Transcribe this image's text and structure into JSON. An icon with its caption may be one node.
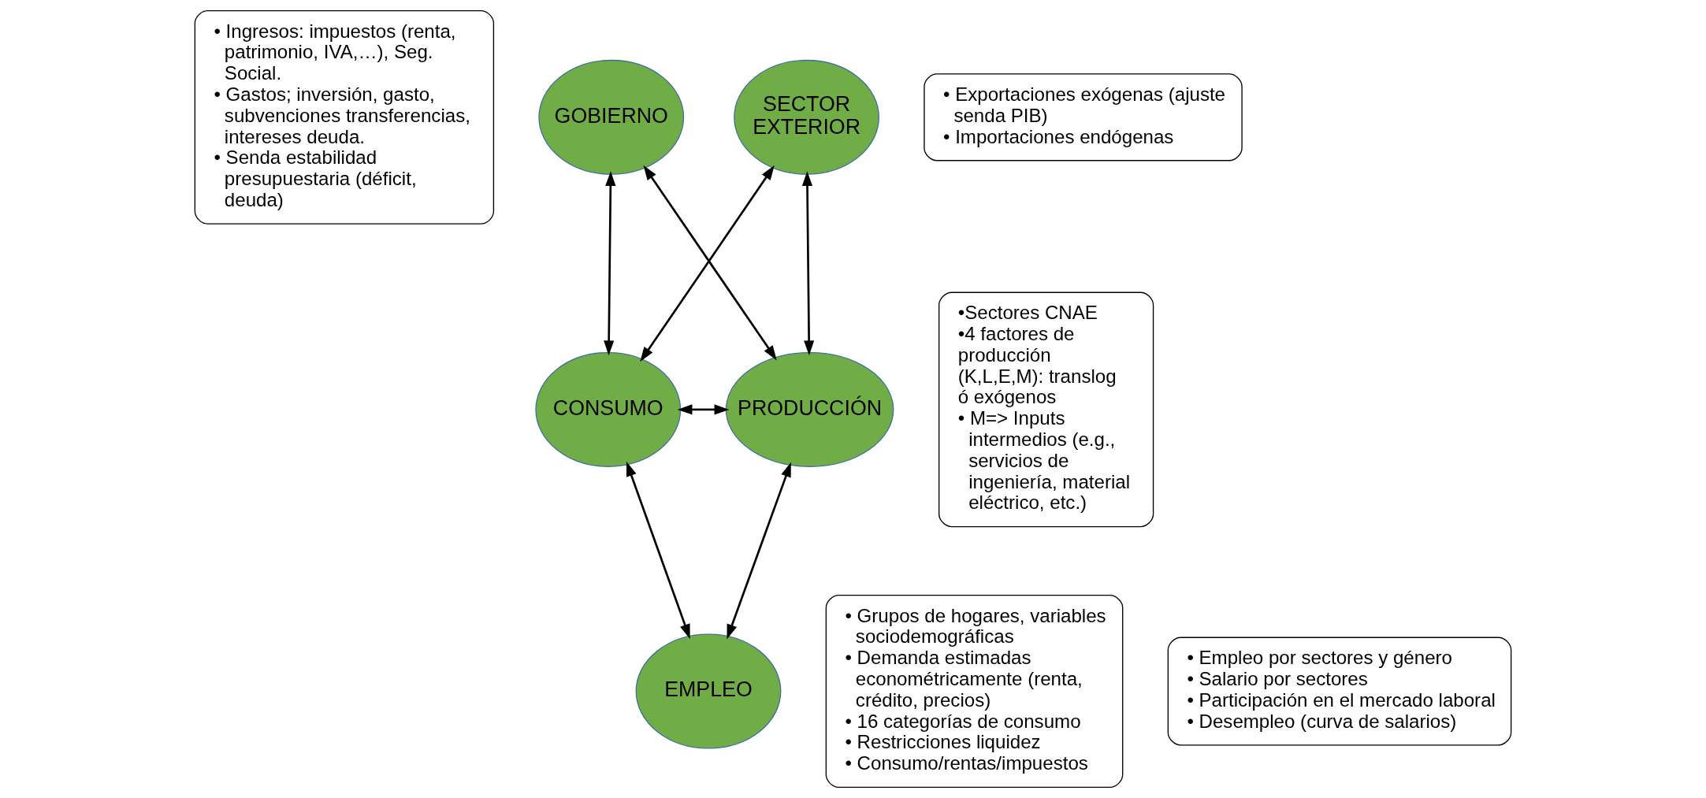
{
  "diagram": {
    "nodes": [
      {
        "text": [
          "• Ingresos: impuestos (renta, patrimonio, IVA,…), Seg. Social.",
          "• Gastos; inversión, gasto, subvenciones transferencias, intereses deuda.",
          "• Senda estabilidad presupuestaria (déficit, deuda)"
        ]
      },
      {
        "text": [
          "GOBIERNO"
        ]
      },
      {
        "text": [
          "SECTOR EXTERIOR"
        ]
      },
      {
        "text": [
          "• Exportaciones exógenas (ajuste senda PIB)",
          "• Importaciones endógenas"
        ]
      },
      {
        "text": [
          "•Sectores CNAE",
          "•4 factores de producción (K,L,E,M): translog ó exógenos",
          "• M=> Inputs intermedios (e.g., servicios de ingeniería, material eléctrico, etc.)"
        ]
      },
      {
        "text": [
          "CONSUMO"
        ]
      },
      {
        "text": [
          "PRODUCCIÓN"
        ]
      },
      {
        "text": [
          "• Grupos de hogares, variables sociodemográficas",
          "• Demanda estimadas econométricamente (renta, crédito, precios)",
          "• 16 categorías de consumo",
          "• Restricciones liquidez",
          "• Consumo/rentas/impuestos"
        ]
      },
      {
        "text": [
          "EMPLEO"
        ]
      },
      {
        "text": [
          "• Empleo por sectores y género",
          "• Salario por sectores",
          "• Participación en el mercado laboral",
          "• Desempleo (curva de salarios)"
        ]
      }
    ],
    "edges": [
      {
        "from": 1,
        "to": 5,
        "arrow": "both"
      },
      {
        "from": 2,
        "to": 5,
        "arrow": "both"
      },
      {
        "from": 1,
        "to": 6,
        "arrow": "both"
      },
      {
        "from": 2,
        "to": 6,
        "arrow": "both"
      },
      {
        "from": 5,
        "to": 6,
        "arrow": "both"
      },
      {
        "from": 5,
        "to": 8,
        "arrow": "both"
      },
      {
        "from": 6,
        "to": 8,
        "arrow": "both"
      }
    ]
  }
}
